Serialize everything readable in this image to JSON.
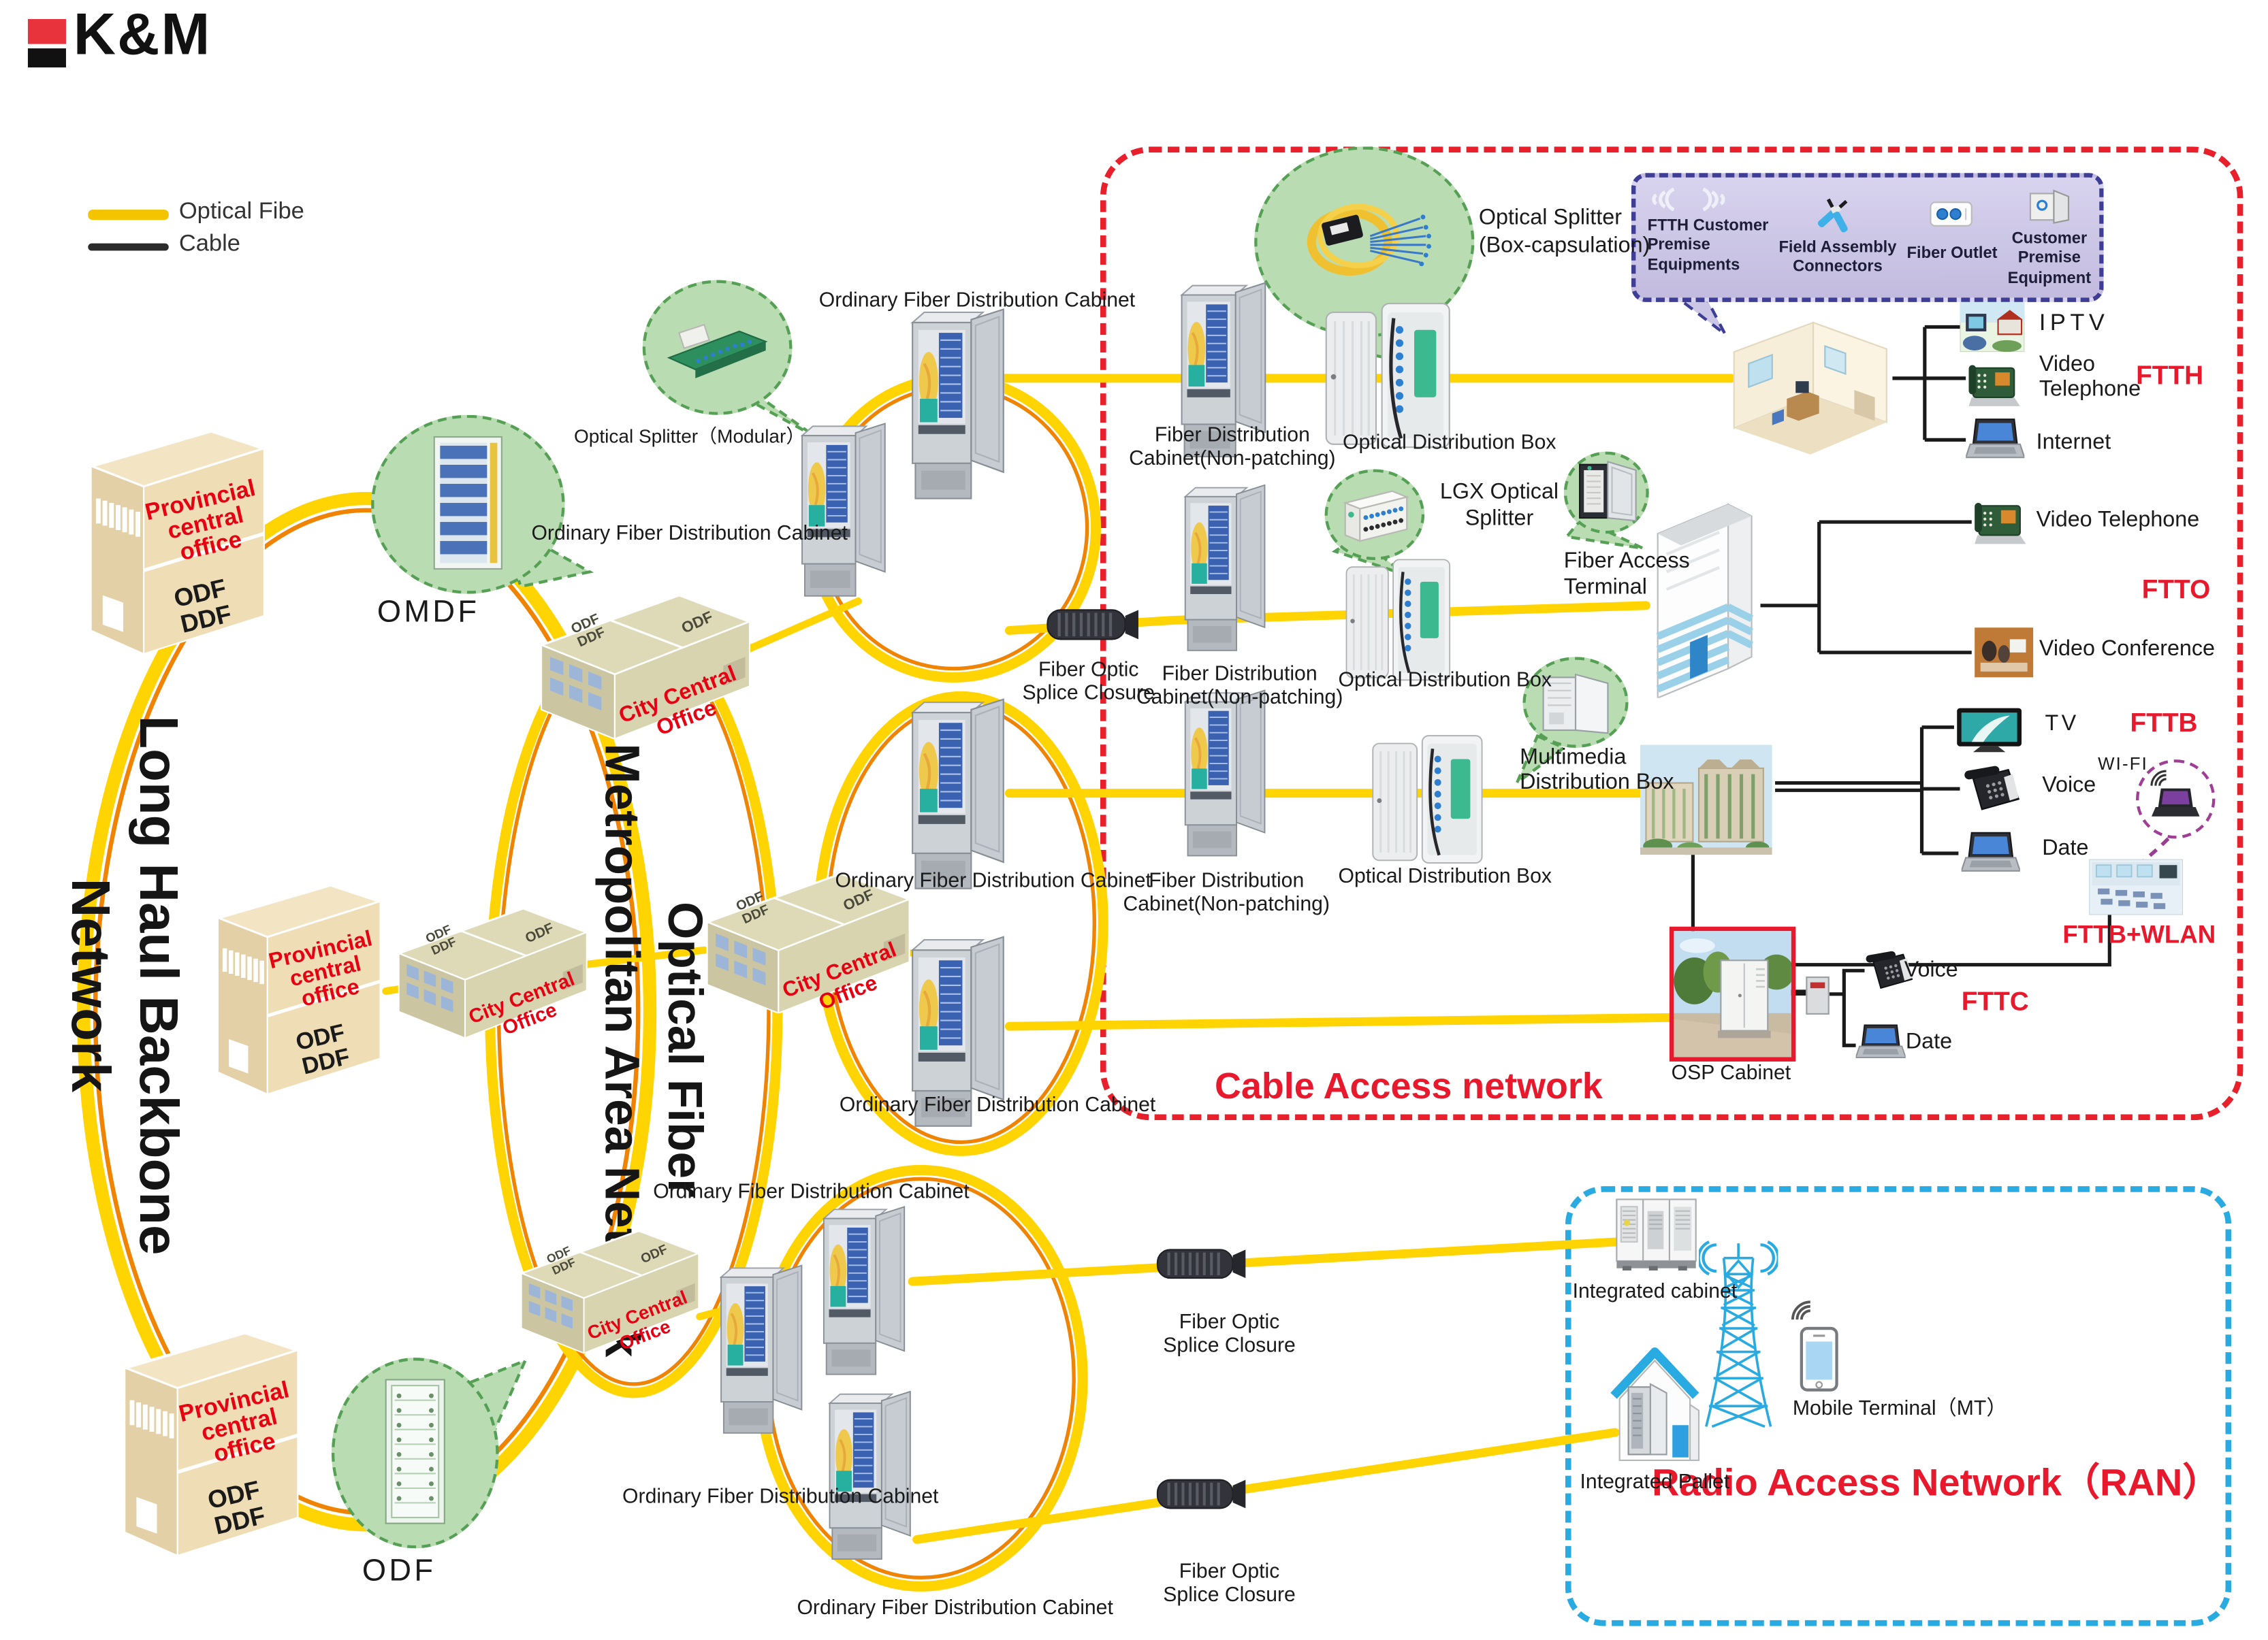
{
  "logo": {
    "name": "K&M"
  },
  "legend": {
    "optical_fiber": "Optical Fibe",
    "cable": "Cable"
  },
  "backbone": {
    "title": [
      "Long Haul Backbone",
      "Network"
    ],
    "office": [
      "Provincial",
      "central",
      "office"
    ],
    "odf": "ODF",
    "ddf": "DDF"
  },
  "metro": {
    "title": [
      "Optical Fiber",
      "Metropolitan Area Network"
    ],
    "cco": [
      "City Central",
      "Office"
    ],
    "roof_left": [
      "ODF",
      "DDF"
    ],
    "roof_right": "ODF",
    "omdf": "OMDF",
    "odf": "ODF",
    "modular_splitter": "Optical Splitter（Modular）",
    "ordinary_cabinet": "Ordinary Fiber Distribution Cabinet",
    "splice_closure": [
      "Fiber Optic",
      "Splice Closure"
    ]
  },
  "cable_access": {
    "title": "Cable Access network",
    "fdc_np": [
      "Fiber Distribution",
      "Cabinet(Non-patching)"
    ],
    "odb": "Optical Distribution Box",
    "box_splitter": [
      "Optical Splitter",
      "(Box-capsulation)"
    ],
    "lgx": [
      "LGX Optical",
      "Splitter"
    ],
    "fat": [
      "Fiber Access",
      "Terminal"
    ],
    "mdb": [
      "Multimedia",
      "Distribution Box"
    ],
    "osp": "OSP Cabinet",
    "premise_bubble": {
      "ftth_cpe": [
        "FTTH Customer",
        "Premise",
        "Equipments"
      ],
      "fac": [
        "Field Assembly",
        "Connectors"
      ],
      "fiber_outlet": "Fiber Outlet",
      "cpe": [
        "Customer",
        "Premise",
        "Equipment"
      ]
    },
    "ftth": {
      "tag": "FTTH",
      "iptv": "IPTV",
      "video_telephone": [
        "Video",
        "Telephone"
      ],
      "internet": "Internet"
    },
    "ftto": {
      "tag": "FTTO",
      "video_telephone": "Video Telephone",
      "video_conference": "Video Conference"
    },
    "fttb": {
      "tag": "FTTB",
      "tv": "TV",
      "voice": "Voice",
      "date": "Date",
      "wifi": "WI-FI",
      "wlan_tag": "FTTB+WLAN"
    },
    "fttc": {
      "tag": "FTTC",
      "voice": "Voice",
      "date": "Date"
    }
  },
  "ran": {
    "title": "Radio Access Network（RAN）",
    "integrated_cabinet": "Integrated cabinet",
    "integrated_pallet": "Integrated Pallet",
    "mobile_terminal": "Mobile Terminal（MT）"
  },
  "colors": {
    "optical_fiber": "#FFD400",
    "cable": "#1A1A1A",
    "accent_red": "#E8192C",
    "ran_blue": "#29ABE2",
    "bubble_green": "#B9DCB2",
    "premise_purple": "#CCC6E6"
  }
}
